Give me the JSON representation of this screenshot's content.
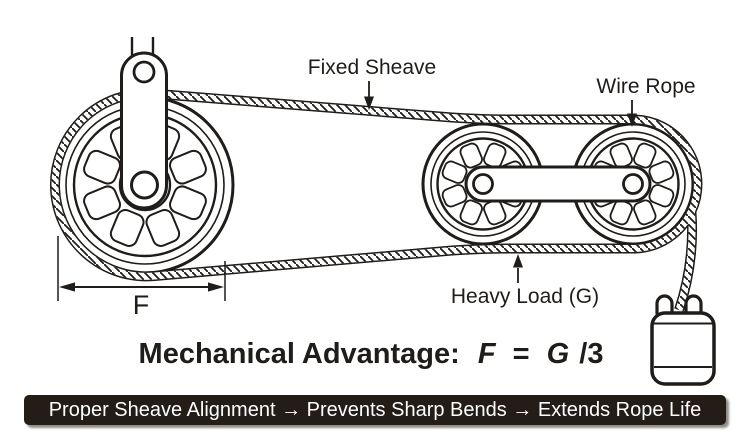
{
  "meta": {
    "background_color": "#ffffff",
    "ink_color": "#1f1c19"
  },
  "labels": {
    "fixed_sheave": "Fixed Sheave",
    "wire_rope": "Wire Rope",
    "heavy_load": "Heavy Load (G)",
    "force_dimension": "F"
  },
  "formula": {
    "prefix": "Mechanical Advantage:",
    "force_symbol": "F",
    "equals": "=",
    "load_symbol": "G",
    "divisor": "/3"
  },
  "banner": {
    "text": "Proper Sheave Alignment → Prevents Sharp Bends → Extends Rope Life",
    "background": "#231c17",
    "text_color": "#ffffff"
  }
}
